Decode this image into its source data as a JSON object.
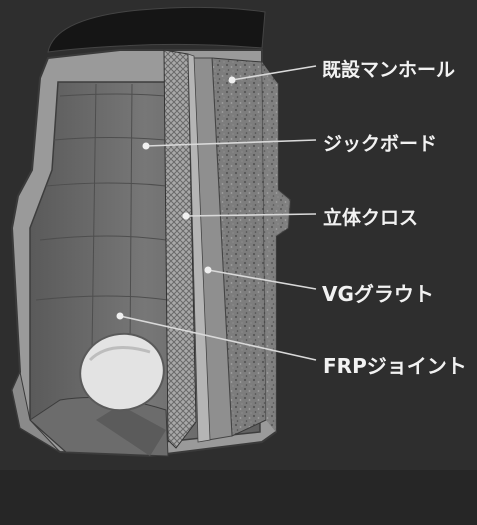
{
  "diagram": {
    "labels": [
      "既設マンホール",
      "ジックボード",
      "立体クロス",
      "VGグラウト",
      "FRPジョイント"
    ]
  }
}
